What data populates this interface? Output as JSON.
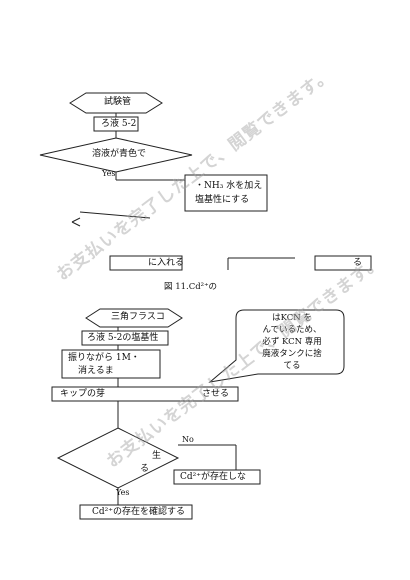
{
  "flow1": {
    "start": "試験管",
    "sample": "ろ液 5-2",
    "decision": "溶液が青色で",
    "yes": "Yes",
    "step_nh3_line1": "・NH₃ 水を加え",
    "step_nh3_line2": "塩基性にする",
    "step_put": "に入れる",
    "right_end": "る",
    "caption": "図 11.Cd²⁺の"
  },
  "flow2": {
    "start": "三角フラスコ",
    "sample": "ろ液 5-2の塩基性",
    "shake_line1": "振りながら 1M・",
    "shake_line2": "消えるま",
    "kipp_left": "キップの芽",
    "kipp_right": "させる",
    "warning_line1": "はKCN を",
    "warning_line2": "んでいるため、",
    "warning_line3": "必ず KCN 専用",
    "warning_line4": "廃液タンクに捨",
    "warning_line5": "てる",
    "decision_line1": "生",
    "decision_line2": "る",
    "no": "No",
    "yes": "Yes",
    "absent": "Cd²⁺が存在しな",
    "confirm": "Cd²⁺の存在を確認する"
  },
  "watermark": "お支払いを完了した上で、閲覧できます。"
}
